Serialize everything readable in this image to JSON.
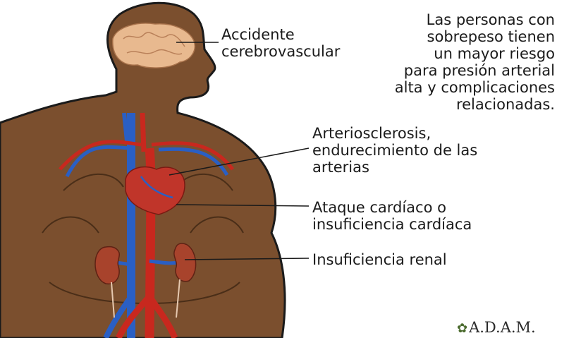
{
  "labels": {
    "stroke": "Accidente\ncerebrovascular",
    "note": "Las personas con\nsobrepeso tienen\nun mayor riesgo\npara presión arterial\nalta y complicaciones\nrelacionadas.",
    "atherosclerosis": "Arteriosclerosis,\nendurecimiento de las\narterias",
    "heart": "Ataque cardíaco o\ninsuficiencia cardíaca",
    "kidney": "Insuficiencia renal"
  },
  "brand": "A.D.A.M.",
  "colors": {
    "skin": "#7b4f2e",
    "skin_outline": "#1a1a1a",
    "artery": "#c8281e",
    "vein": "#2a5fc4",
    "brain": "#e8b98f",
    "kidney": "#a8432c",
    "heart": "#c0352a"
  }
}
